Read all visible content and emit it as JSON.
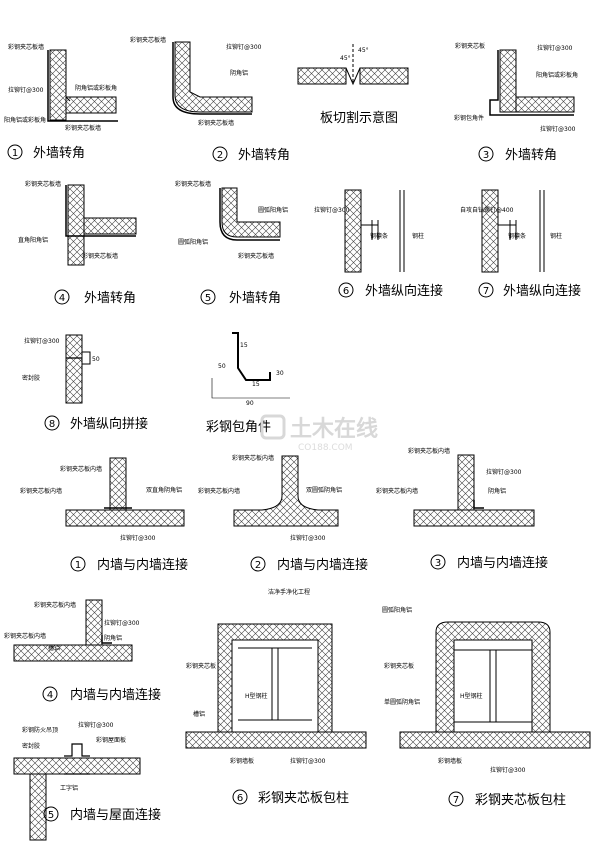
{
  "title_cut": "板切割示意图",
  "angle_labels": [
    "45°",
    "45°"
  ],
  "captions": {
    "r1c1": {
      "num": "1",
      "text": "外墙转角"
    },
    "r1c2": {
      "num": "2",
      "text": "外墙转角"
    },
    "r1c3": {
      "num": "3",
      "text": "外墙转角"
    },
    "r2c1": {
      "num": "4",
      "text": "外墙转角"
    },
    "r2c2": {
      "num": "5",
      "text": "外墙转角"
    },
    "r2c3": {
      "num": "6",
      "text": "外墙纵向连接"
    },
    "r2c4": {
      "num": "7",
      "text": "外墙纵向连接"
    },
    "r3c1": {
      "num": "8",
      "text": "外墙纵向拼接"
    },
    "r3c2": {
      "num": "",
      "text": "彩钢包角件"
    },
    "r4c1": {
      "num": "1",
      "text": "内墙与内墙连接"
    },
    "r4c2": {
      "num": "2",
      "text": "内墙与内墙连接"
    },
    "r4c3": {
      "num": "3",
      "text": "内墙与内墙连接"
    },
    "r5c1": {
      "num": "4",
      "text": "内墙与内墙连接"
    },
    "r5c2": {
      "num": "6",
      "text": "彩钢夹芯板包柱"
    },
    "r5c3": {
      "num": "7",
      "text": "彩钢夹芯板包柱"
    },
    "r6c1": {
      "num": "5",
      "text": "内墙与屋面连接"
    }
  },
  "subheading": "洁净手净化工程",
  "labels": {
    "d1": [
      "彩钢夹芯板墙",
      "拉铆钉@300",
      "阴角铝或彩板角",
      "阳角铝或彩板角",
      "彩钢夹芯板墙"
    ],
    "d2": [
      "彩钢夹芯板墙",
      "拉铆钉@300",
      "阴角铝",
      "彩钢夹芯板墙"
    ],
    "d3": [
      "彩钢夹芯板",
      "拉铆钉@300",
      "阳角铝或彩板角",
      "彩钢包角件",
      "拉铆钉@300"
    ],
    "d4": [
      "彩钢夹芯板墙",
      "直角阳角铝",
      "彩钢夹芯板墙"
    ],
    "d5": [
      "彩钢夹芯板墙",
      "圆弧阳角铝",
      "圆弧阳角铝",
      "彩钢夹芯板墙"
    ],
    "d6": [
      "拉铆钉@300",
      "钢檩条",
      "钢柱"
    ],
    "d7": [
      "自攻自钻螺钉@400",
      "钢檩条",
      "钢柱"
    ],
    "d8": [
      "拉铆钉@300",
      "密封胶"
    ],
    "bracket": [
      "15",
      "50",
      "15",
      "30",
      "90"
    ],
    "i1": [
      "彩钢夹芯板内墙",
      "彩钢夹芯板内墙",
      "双直角阴角铝",
      "拉铆钉@300"
    ],
    "i2": [
      "彩钢夹芯板内墙",
      "彩钢夹芯板内墙",
      "双圆弧阴角铝",
      "拉铆钉@300"
    ],
    "i3": [
      "彩钢夹芯板内墙",
      "拉铆钉@300",
      "彩钢夹芯板内墙",
      "阴角铝"
    ],
    "i4": [
      "彩钢夹芯板内墙",
      "拉铆钉@300",
      "彩钢夹芯板内墙",
      "阴角铝",
      "槽铝"
    ],
    "c6": [
      "彩钢夹芯板",
      "H型钢柱",
      "槽铝",
      "彩钢墙板",
      "拉铆钉@300"
    ],
    "c7": [
      "圆弧阳角铝",
      "彩钢夹芯板",
      "H型钢柱",
      "单圆弧阴角铝",
      "彩钢墙板",
      "拉铆钉@300"
    ],
    "r5": [
      "彩钢防火吊顶",
      "拉铆钉@300",
      "密封胶",
      "彩钢屋面板",
      "工字铝"
    ]
  },
  "watermark": {
    "main": "土木在线",
    "sub": "CO188.COM"
  }
}
